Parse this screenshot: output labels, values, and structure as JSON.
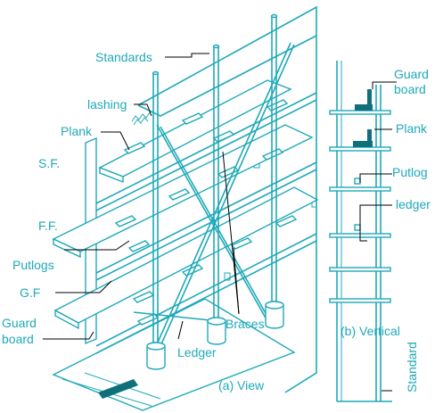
{
  "view_labels": {
    "standards": "Standards",
    "lashing": "lashing",
    "plank": "Plank",
    "sf": "S.F.",
    "ff": "F.F.",
    "putlogs": "Putlogs",
    "gf": "G.F",
    "guard_board_line1": "Guard",
    "guard_board_line2": "board",
    "ledger": "Ledger",
    "braces": "Braces",
    "caption": "(a) View"
  },
  "vertical_labels": {
    "guard_board_line1": "Guard",
    "guard_board_line2": "board",
    "plank": "Plank",
    "putlog": "Putlog",
    "ledger": "ledger",
    "standard": "Standard",
    "caption": "(b) Vertical"
  },
  "colors": {
    "line": "#1fa9b8",
    "leader": "#000000",
    "fill_dark": "#0f6f7a"
  }
}
